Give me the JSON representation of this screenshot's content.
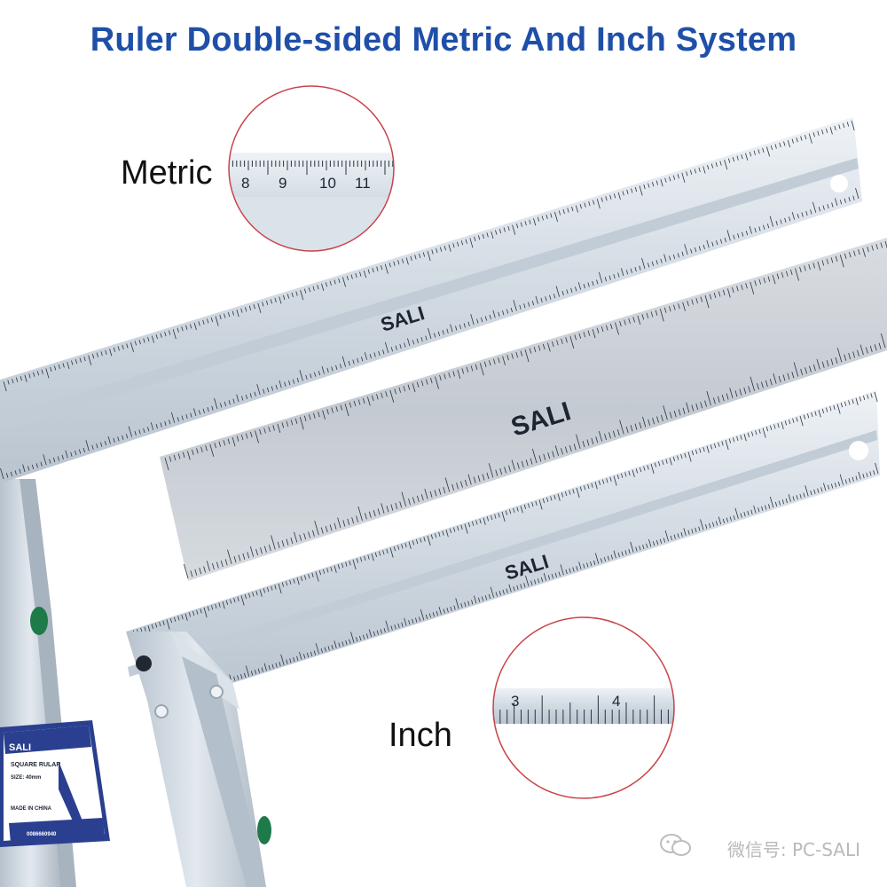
{
  "title": "Ruler Double-sided Metric And Inch System",
  "labels": {
    "metric": "Metric",
    "inch": "Inch"
  },
  "brand": "SALI",
  "package": {
    "brand": "SALI",
    "product": "SQUARE RULAR",
    "size": "SIZE: 40mm",
    "origin": "MADE IN CHINA",
    "barcode": "0086660940"
  },
  "zoom_metric_ticks": [
    "8",
    "9",
    "10",
    "11"
  ],
  "zoom_inch_ticks": [
    "3",
    "4"
  ],
  "watermark": {
    "icon": "wechat-icon",
    "text": "微信号: PC-SALI"
  },
  "colors": {
    "title": "#1f4fa8",
    "aluminum": "#c9d3dc",
    "circle_border": "#c9434a",
    "brand_text": "#1d2531"
  }
}
